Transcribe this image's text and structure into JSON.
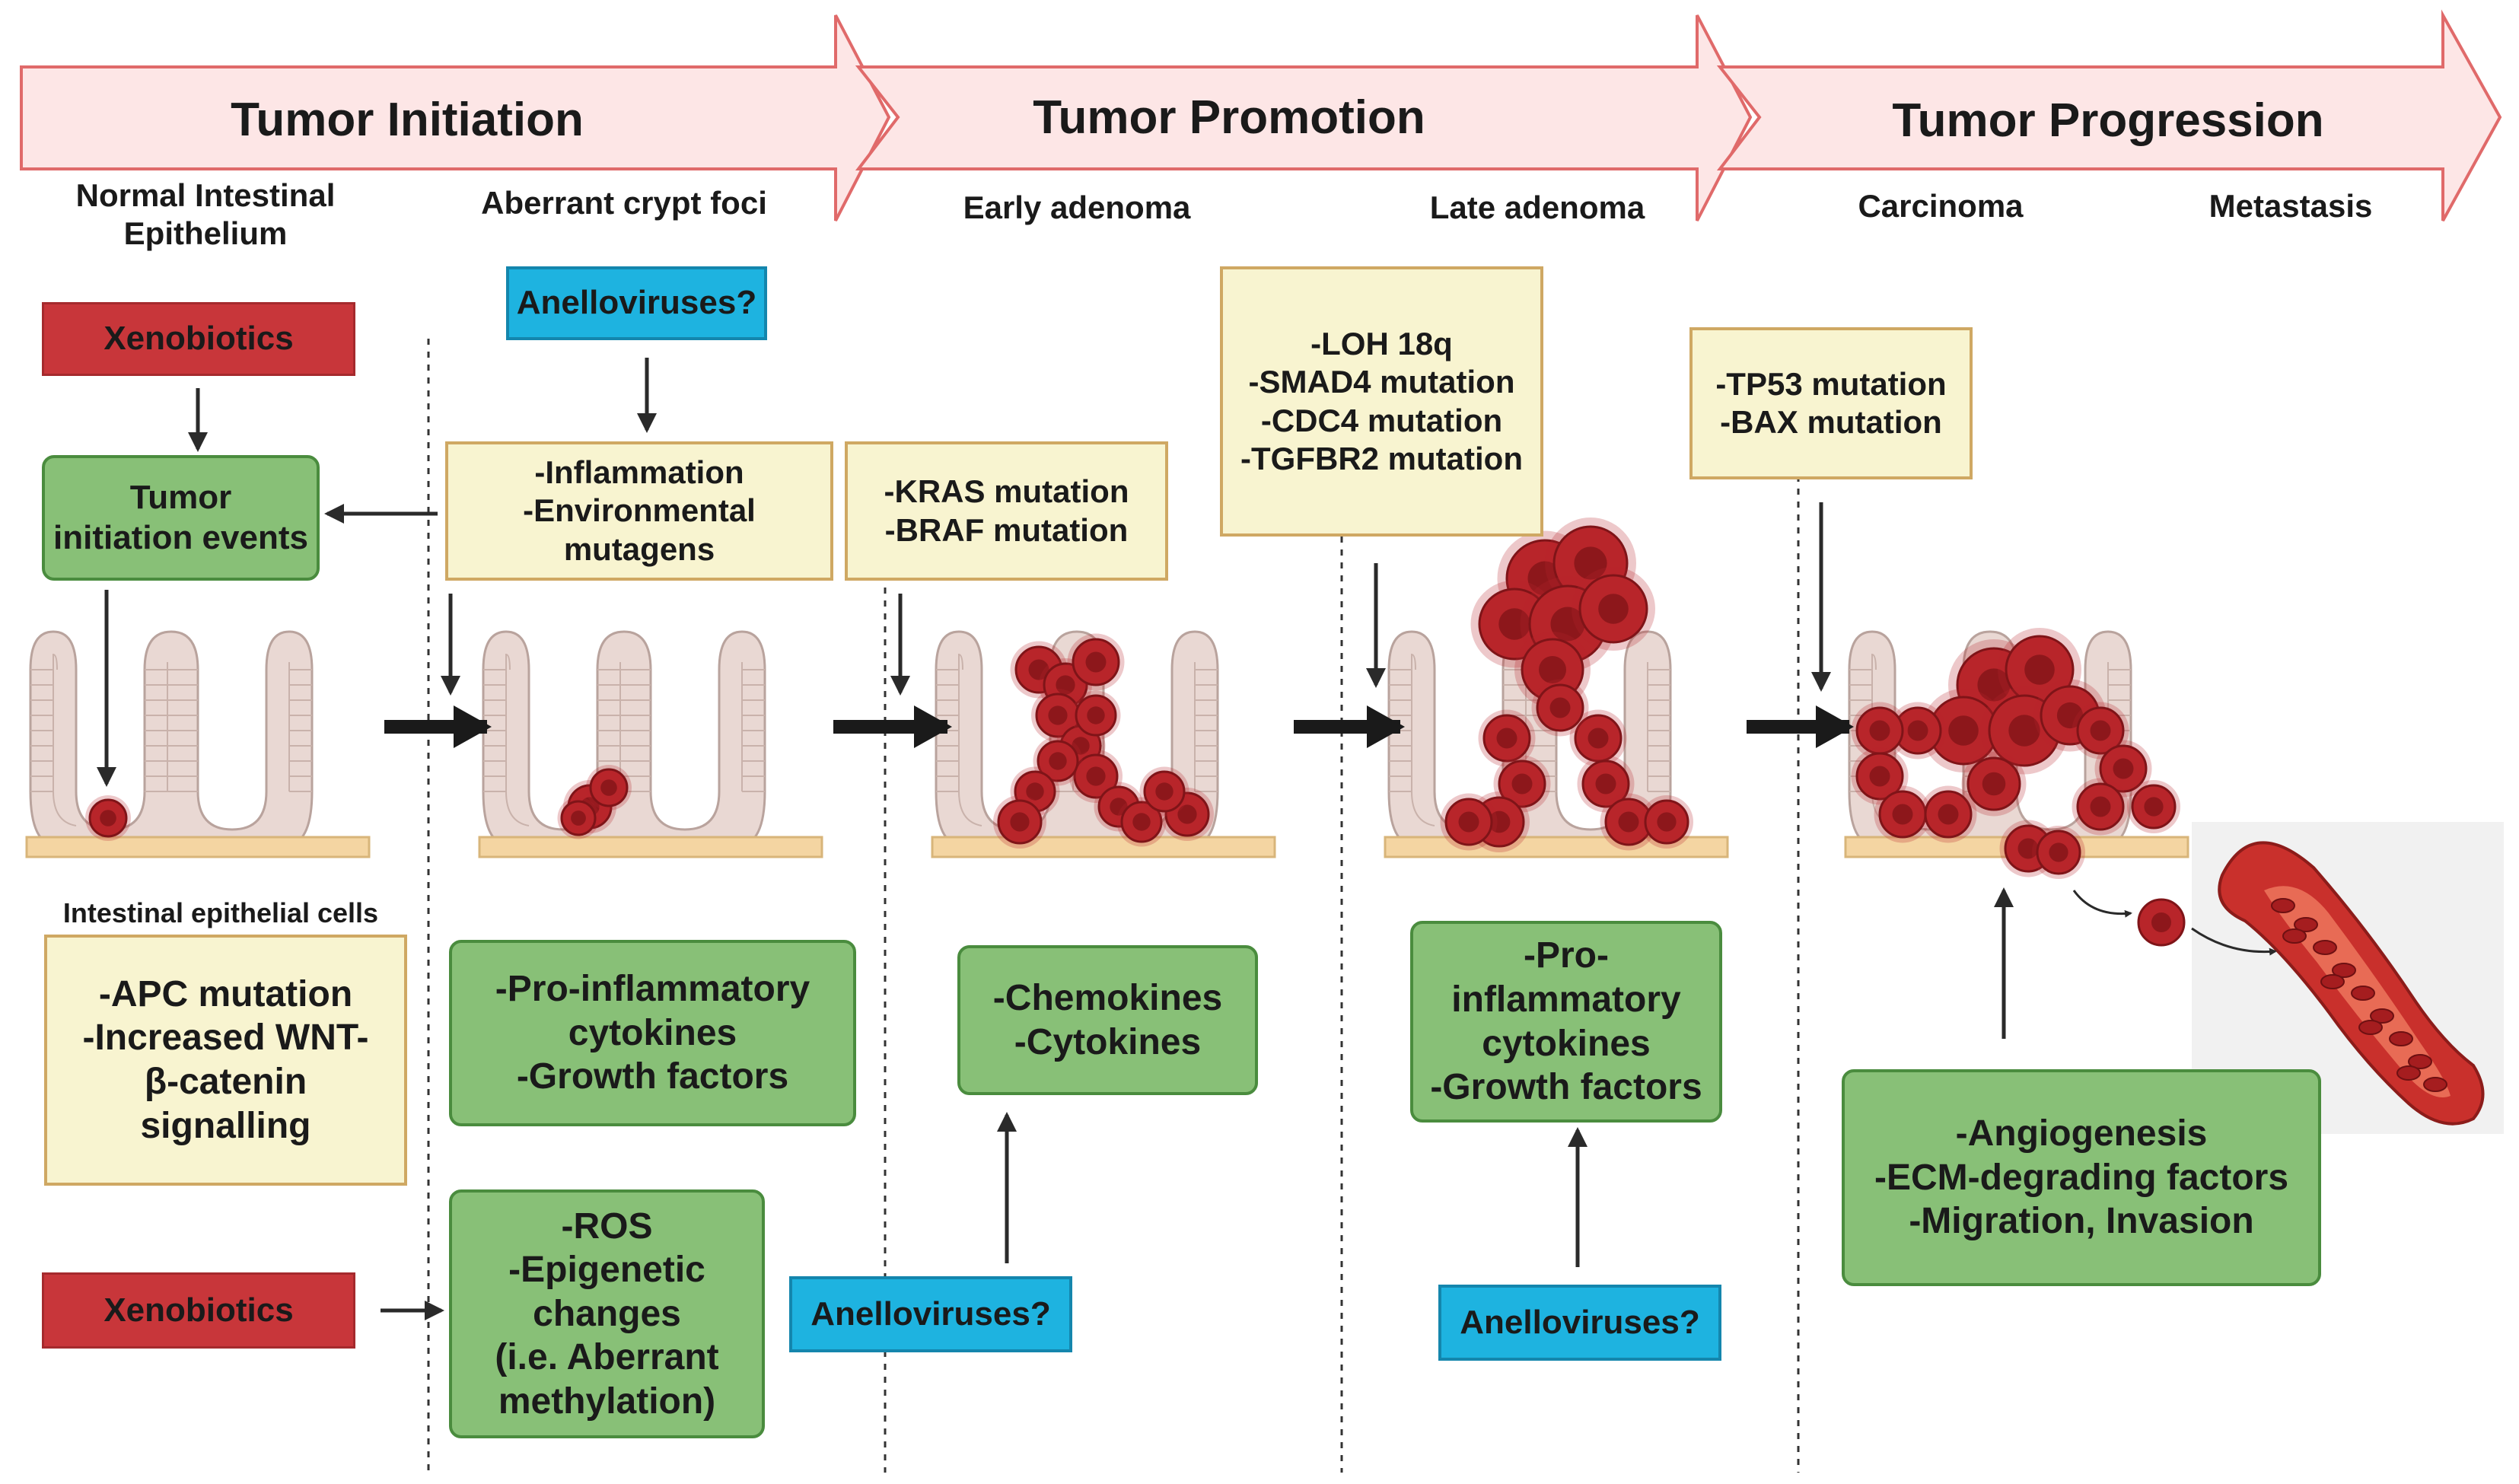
{
  "phases": {
    "initiation": "Tumor Initiation",
    "promotion": "Tumor Promotion",
    "progression": "Tumor Progression"
  },
  "stages": {
    "normal": [
      "Normal Intestinal",
      "Epithelium"
    ],
    "acf": "Aberrant crypt foci",
    "early_adenoma": "Early adenoma",
    "late_adenoma": "Late adenoma",
    "carcinoma": "Carcinoma",
    "metastasis": "Metastasis"
  },
  "xenobiotics_top": "Xenobiotics",
  "xenobiotics_bottom": "Xenobiotics",
  "tumor_initiation_events": [
    "Tumor",
    "initiation events"
  ],
  "anellovirus_top": "Anelloviruses?",
  "anellovirus_early": "Anelloviruses?",
  "anellovirus_late": "Anelloviruses?",
  "inflammation_box": [
    "-Inflammation",
    "-Environmental",
    "mutagens"
  ],
  "kras_box": [
    "-KRAS mutation",
    "-BRAF mutation"
  ],
  "loh_box": [
    "-LOH 18q",
    "-SMAD4 mutation",
    "-CDC4 mutation",
    "-TGFBR2 mutation"
  ],
  "tp53_box": [
    "-TP53 mutation",
    "-BAX mutation"
  ],
  "iec_label": "Intestinal epithelial cells",
  "apc_box": [
    "-APC mutation",
    "-Increased WNT-",
    "β-catenin",
    "signalling"
  ],
  "proinflam_box_1": [
    "-Pro-inflammatory",
    "cytokines",
    "-Growth factors"
  ],
  "ros_box": [
    "-ROS",
    "-Epigenetic",
    "changes",
    "(i.e. Aberrant",
    "methylation)"
  ],
  "chemokines_box": [
    "-Chemokines",
    "-Cytokines"
  ],
  "proinflam_box_2": [
    "-Pro-",
    "inflammatory",
    "cytokines",
    "-Growth factors"
  ],
  "angio_box": [
    "-Angiogenesis",
    "-ECM-degrading factors",
    "-Migration, Invasion"
  ],
  "colors": {
    "banner_fill": "#fde6e6",
    "banner_stroke": "#e06a6a",
    "yellow_fill": "#f8f4d0",
    "yellow_stroke": "#cfa863",
    "green_fill": "#88c077",
    "green_stroke": "#4a8c3e",
    "red_fill": "#c8363a",
    "blue_fill": "#1eb3e0",
    "epithelium": "#e9d8d3",
    "basement": "#f4d5a2",
    "tumor_cell": "#b8252a"
  }
}
